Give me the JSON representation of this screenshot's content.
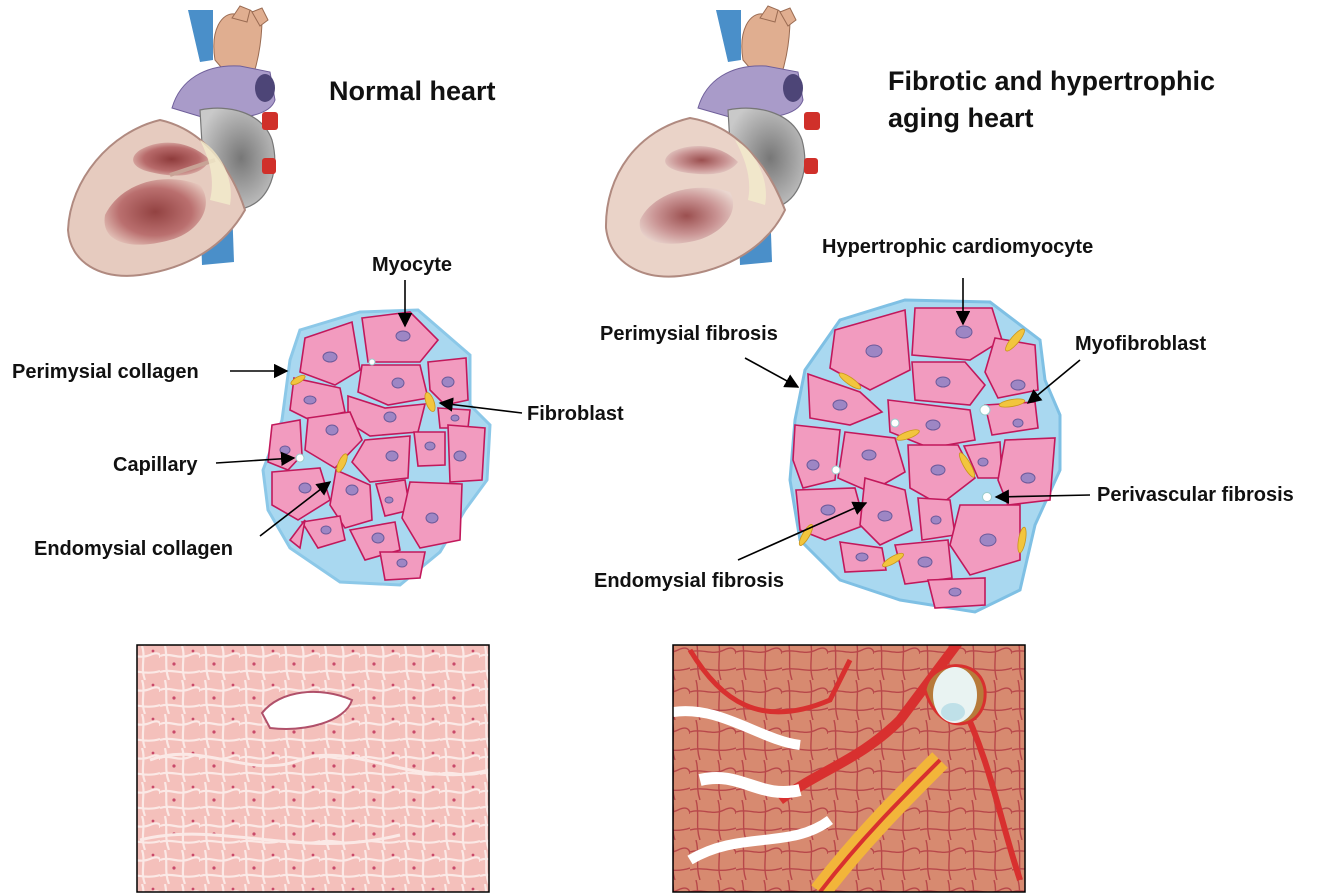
{
  "normal": {
    "title": "Normal heart",
    "labels": {
      "myocyte": "Myocyte",
      "perimysial_collagen": "Perimysial collagen",
      "fibroblast": "Fibroblast",
      "capillary": "Capillary",
      "endomysial_collagen": "Endomysial collagen"
    }
  },
  "aging": {
    "title_line1": "Fibrotic and hypertrophic",
    "title_line2": "aging heart",
    "labels": {
      "hypertrophic_cardiomyocyte": "Hypertrophic cardiomyocyte",
      "perimysial_fibrosis": "Perimysial fibrosis",
      "myofibroblast": "Myofibroblast",
      "perivascular_fibrosis": "Perivascular fibrosis",
      "endomysial_fibrosis": "Endomysial fibrosis"
    }
  },
  "colors": {
    "cell_fill": "#f29bbf",
    "cell_stroke": "#c2185b",
    "nucleus": "#9d86c4",
    "fibroblast": "#f2c53d",
    "collagen": "#a9d8f0",
    "aorta": "#e0ae90",
    "vein": "#4a8fc9",
    "atrium": "#a99bc9",
    "stain_normal": "#f7c5c0",
    "stain_fibrotic": "#d8302f"
  }
}
